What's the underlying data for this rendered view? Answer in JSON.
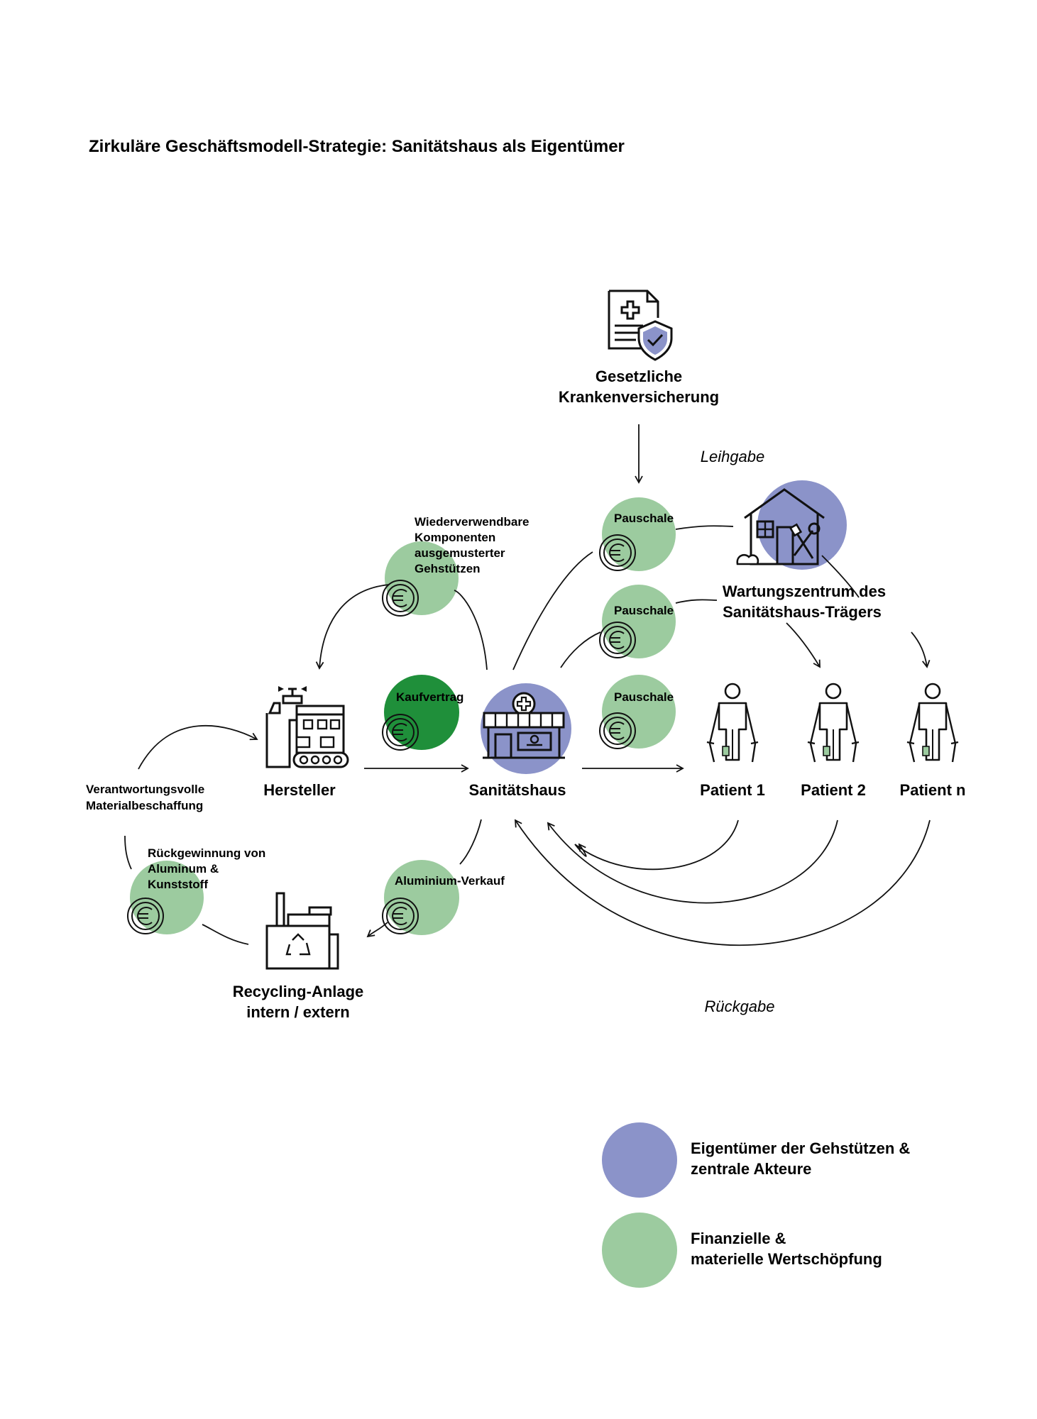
{
  "title": "Zirkuläre Geschäftsmodell-Strategie: Sanitätshaus als Eigentümer",
  "colors": {
    "owner_blue": "#8b93c9",
    "value_green": "#9ccb9f",
    "contract_green": "#1f8f3a",
    "line": "#111111"
  },
  "nodes": {
    "insurance": {
      "label_line1": "Gesetzliche",
      "label_line2": "Krankenversicherung",
      "icon": "insurance-document-shield-icon"
    },
    "manufacturer": {
      "label": "Hersteller",
      "icon": "factory-icon"
    },
    "medical_store": {
      "label": "Sanitätshaus",
      "icon": "medical-store-icon"
    },
    "service_center": {
      "label_line1": "Wartungszentrum des",
      "label_line2": "Sanitätshaus-Trägers",
      "icon": "service-house-tools-icon"
    },
    "patients": [
      {
        "label": "Patient 1",
        "icon": "patient-crutches-icon"
      },
      {
        "label": "Patient 2",
        "icon": "patient-crutches-icon"
      },
      {
        "label": "Patient n",
        "icon": "patient-crutches-icon"
      }
    ],
    "recycling": {
      "label_line1": "Recycling-Anlage",
      "label_line2": "intern / extern",
      "icon": "recycling-plant-icon"
    }
  },
  "flow_labels": {
    "leihgabe": "Leihgabe",
    "rueckgabe": "Rückgabe",
    "responsible_sourcing_line1": "Verantwortungsvolle",
    "responsible_sourcing_line2": "Materialbeschaffung"
  },
  "value_circles": {
    "reusable_components": [
      "Wiederverwendbare",
      "Komponenten",
      "ausgemusterter",
      "Gehstützen"
    ],
    "kaufvertrag": "Kaufvertrag",
    "pauschale_1": "Pauschale",
    "pauschale_2": "Pauschale",
    "pauschale_3": "Pauschale",
    "aluminium_verkauf": "Aluminium-Verkauf",
    "rueckgewinnung": [
      "Rückgewinnung von",
      "Aluminum &",
      "Kunststoff"
    ]
  },
  "legend": [
    {
      "line1": "Eigentümer der Gehstützen &",
      "line2": "zentrale Akteure",
      "color": "#8b93c9"
    },
    {
      "line1": "Finanzielle &",
      "line2": "materielle Wertschöpfung",
      "color": "#9ccb9f"
    }
  ]
}
